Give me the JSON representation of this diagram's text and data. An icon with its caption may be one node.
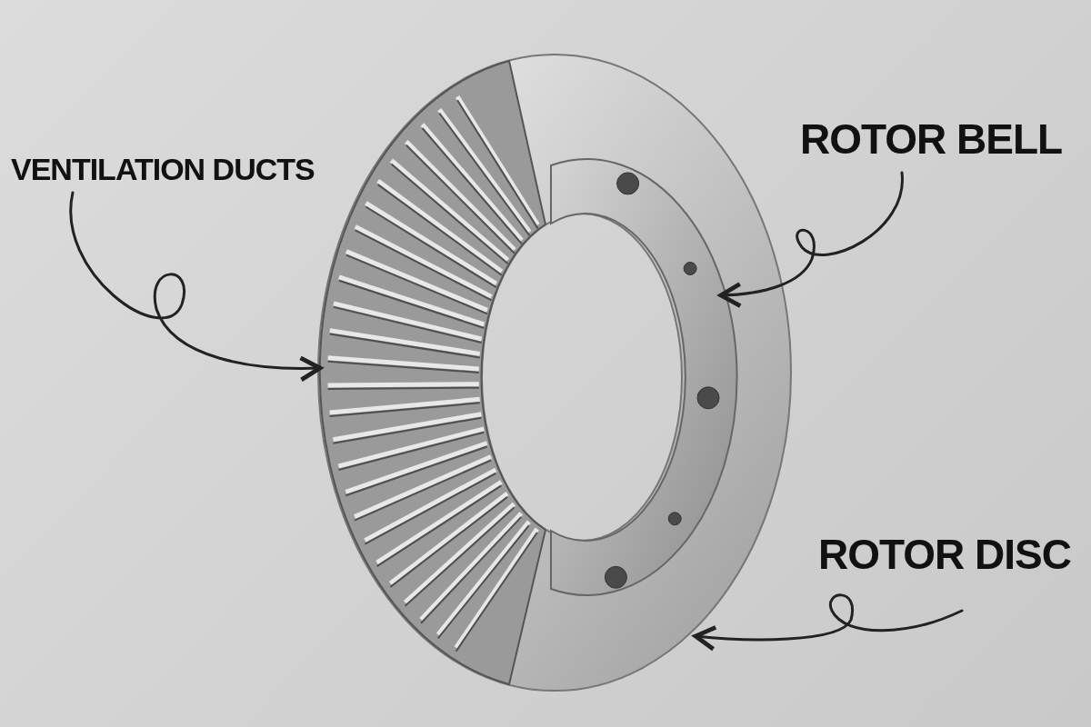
{
  "diagram": {
    "nodes": [
      {
        "text": [
          "VENTILATION DUCTS"
        ]
      },
      {
        "text": [
          "ROTOR BELL"
        ]
      },
      {
        "text": [
          "ROTOR DISC"
        ]
      },
      {
        "text": [],
        "shape": "picture"
      },
      {
        "text": [],
        "shape": "picture",
        "in": 3
      },
      {
        "text": [],
        "shape": "picture",
        "in": 3
      }
    ],
    "edges": [
      {
        "from": 0,
        "to": 4,
        "arrow": "to"
      },
      {
        "from": 1,
        "to": 5,
        "arrow": "to"
      },
      {
        "from": 2,
        "to": 3,
        "arrow": "to"
      }
    ]
  }
}
